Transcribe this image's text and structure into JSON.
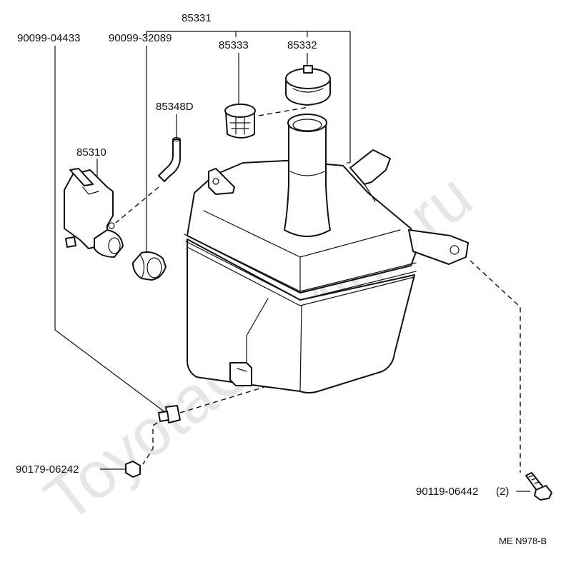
{
  "watermark": "ToyotaCarMine.ru",
  "labels": {
    "assembly": "85331",
    "hose_clip_left": "90099-04433",
    "hose_clip_right": "90099-32089",
    "strainer": "85333",
    "cap": "85332",
    "hose": "85348D",
    "pump": "85310",
    "nut": "90179-06242",
    "bolt": "90119-06442",
    "bolt_qty": "(2)"
  },
  "diagram_code": "ME N978-B"
}
